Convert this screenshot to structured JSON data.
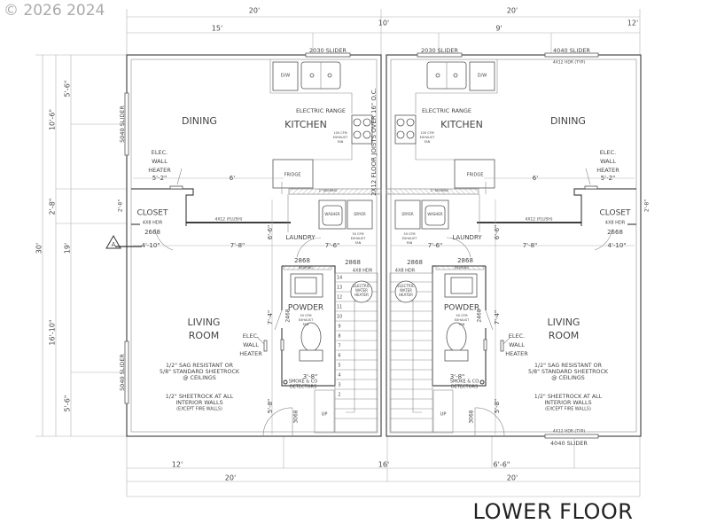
{
  "watermark": "© 2026 2024",
  "title": "LOWER FLOOR",
  "section_marker": "A",
  "dimensions": {
    "top_overall": [
      "20'",
      "20'"
    ],
    "top_segments": [
      "15'",
      "10'",
      "9'",
      "12'"
    ],
    "bottom_segments": [
      "12'",
      "16'",
      "6'-6\""
    ],
    "bottom_overall": [
      "20'",
      "20'"
    ],
    "left_overall": "30'",
    "left_segments_a": [
      "10'-6\"",
      "2'-8\"",
      "16'-10\""
    ],
    "left_segments_b": [
      "5'-6\"",
      "19'",
      "5'-6\""
    ]
  },
  "joists_note": "2X12 FLOOR JOISTS OVER 16\" O.C.",
  "units": [
    {
      "rooms": {
        "dining": "DINING",
        "kitchen": "KITCHEN",
        "living": "LIVING",
        "room": "ROOM",
        "laundry": "LAUNDRY",
        "closet": "CLOSET",
        "powder": "POWDER"
      },
      "fixtures": {
        "dw": "D/W",
        "fridge": "FRIDGE",
        "washer": "WASHER",
        "dryer": "DRYER",
        "range": "ELECTRIC RANGE",
        "up": "UP",
        "water_heater": [
          "ELECTRIC",
          "WATER",
          "HEATER"
        ],
        "kitchen_fan": [
          "100 CFM",
          "EXHAUST",
          "FAN"
        ],
        "laundry_fan": [
          "50 CFM",
          "EXHAUST",
          "FAN"
        ],
        "powder_fan": [
          "50 CFM",
          "EXHAUST",
          "FAN"
        ],
        "heater_dining": [
          "ELEC.",
          "WALL",
          "HEATER"
        ],
        "heater_living": [
          "ELEC.",
          "WALL",
          "HEATER"
        ],
        "smoke": [
          "SMOKE & CO",
          "DETECTORS"
        ]
      },
      "doors": {
        "closet": "2668",
        "laundry": "2868",
        "stair": "2868",
        "powder": "2468",
        "entry": "3068"
      },
      "headers": {
        "closet": "4X8 HDR",
        "flush": "4X12 (FLUSH)",
        "stair": "4X8 HDR",
        "bearing_top": "2\" BEARING",
        "bearing_powder": "BEARING"
      },
      "dims": {
        "a": "5'-2\"",
        "b": "6'",
        "c": "4'-10\"",
        "d": "7'-8\"",
        "e": "7'-6\"",
        "f": "6'-6\"",
        "g": "7'-4\"",
        "h": "3'-8\"",
        "i": "5'-8\"",
        "j": "2'-8\""
      },
      "notes": [
        "1/2\" SAG RESISTANT OR",
        "5/8\" STANDARD SHEETROCK",
        "@ CEILINGS",
        "1/2\" SHEETROCK AT ALL",
        "INTERIOR WALLS",
        "(EXCEPT FIRE WALLS)"
      ],
      "stair_steps": [
        "14",
        "13",
        "12",
        "11",
        "10",
        "9",
        "8",
        "7",
        "6",
        "5",
        "4",
        "3",
        "2"
      ],
      "windows": [
        "2030 SLIDER",
        "5040 SLIDER",
        "5040 SLIDER"
      ]
    },
    {
      "rooms": {
        "dining": "DINING",
        "kitchen": "KITCHEN",
        "living": "LIVING",
        "room": "ROOM",
        "laundry": "LAUNDRY",
        "closet": "CLOSET",
        "powder": "POWDER"
      },
      "fixtures": {
        "dw": "D/W",
        "fridge": "FRIDGE",
        "washer": "WASHER",
        "dryer": "DRYER",
        "range": "ELECTRIC RANGE",
        "up": "UP",
        "water_heater": [
          "ELECTRIC",
          "WATER",
          "HEATER"
        ],
        "kitchen_fan": [
          "100 CFM",
          "EXHAUST",
          "FAN"
        ],
        "laundry_fan": [
          "50 CFM",
          "EXHAUST",
          "FAN"
        ],
        "powder_fan": [
          "50 CFM",
          "EXHAUST",
          "FAN"
        ],
        "heater_dining": [
          "ELEC.",
          "WALL",
          "HEATER"
        ],
        "heater_living": [
          "ELEC.",
          "WALL",
          "HEATER"
        ],
        "smoke": [
          "SMOKE & CO",
          "DETECTORS"
        ]
      },
      "doors": {
        "closet": "2668",
        "laundry": "2868",
        "stair": "2868",
        "powder": "2468",
        "entry": "3068"
      },
      "headers": {
        "closet": "4X8 HDR",
        "flush": "4X12 (FLUSH)",
        "stair": "4X8 HDR",
        "bearing_top": "2\" BEARING",
        "bearing_powder": "BEARING"
      },
      "dims": {
        "a": "5'-2\"",
        "b": "6'",
        "c": "4'-10\"",
        "d": "7'-8\"",
        "e": "7'-6\"",
        "f": "6'-6\"",
        "g": "7'-4\"",
        "h": "3'-8\"",
        "i": "5'-8\"",
        "j": "2'-8\""
      },
      "notes": [
        "1/2\" SAG RESISTANT OR",
        "5/8\" STANDARD SHEETROCK",
        "@ CEILINGS",
        "1/2\" SHEETROCK AT ALL",
        "INTERIOR WALLS",
        "(EXCEPT FIRE WALLS)"
      ],
      "stair_steps": [],
      "windows": [
        "2030 SLIDER",
        "4040 SLIDER",
        "4X12 HDR (TYP)",
        "4X12 HDR (TYP)",
        "4040 SLIDER"
      ]
    }
  ]
}
